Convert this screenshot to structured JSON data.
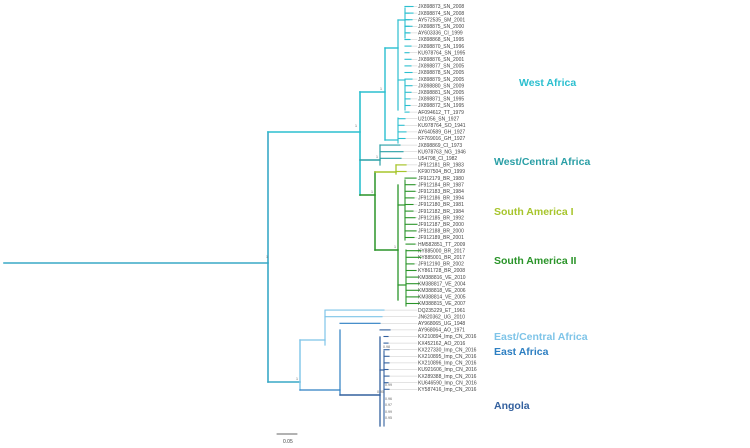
{
  "colors": {
    "root": "#39a8c6",
    "west_africa": "#2bbfcf",
    "west_central_africa": "#2a9fa6",
    "south_america_1": "#a7c52c",
    "south_america_2": "#2a9429",
    "east_central_africa": "#7ec4e8",
    "east_africa": "#2d7fc2",
    "angola": "#33609e",
    "leaf_line": "#c8c8c8"
  },
  "clades": [
    {
      "key": "west_africa",
      "label": "West Africa"
    },
    {
      "key": "west_central_africa",
      "label": "West/Central Africa"
    },
    {
      "key": "south_america_1",
      "label": "South America I"
    },
    {
      "key": "south_america_2",
      "label": "South America II"
    },
    {
      "key": "east_central_africa",
      "label": "East/Central Africa"
    },
    {
      "key": "east_africa",
      "label": "East Africa"
    },
    {
      "key": "angola",
      "label": "Angola"
    }
  ],
  "leaves": [
    "JX898873_SN_2008",
    "JX898874_SN_2008",
    "AY572535_SM_2001",
    "JX898875_SN_2000",
    "AY603336_CI_1999",
    "JX898868_SN_1995",
    "JX898870_SN_1996",
    "KU978764_SN_1995",
    "JX898876_SN_2001",
    "JX898877_SN_2005",
    "JX898878_SN_2005",
    "JX898879_SN_2005",
    "JX898880_SN_2009",
    "JX898881_SN_2005",
    "JX898871_SN_1995",
    "JX898872_SN_1995",
    "AF094612_TT_1979",
    "U21056_SN_1927",
    "KU978764_SO_1941",
    "AY640589_GH_1927",
    "KF769016_GH_1927",
    "JX898869_CI_1973",
    "KU978763_NG_1946",
    "U54798_CI_1982",
    "JF912181_BR_1983",
    "KF907504_BO_1999",
    "JF912179_BR_1980",
    "JF912184_BR_1987",
    "JF912183_BR_1984",
    "JF912186_BR_1994",
    "JF912180_BR_1981",
    "JF912182_BR_1984",
    "JF912185_BR_1992",
    "JF912187_BR_2000",
    "JF912188_BR_2000",
    "JF912189_BR_2001",
    "HM582851_TT_2009",
    "KY885000_BR_2017",
    "KY885001_BR_2017",
    "JF912190_BR_2002",
    "KY861728_BR_2008",
    "KM388816_VE_2010",
    "KM388817_VE_2004",
    "KM388818_VE_2006",
    "KM388814_VE_2005",
    "KM388815_VE_2007",
    "DQ235229_ET_1961",
    "JN620362_UG_2010",
    "AY968065_UG_1948",
    "AY968064_AO_1971",
    "KX210894_Imp_CN_2016",
    "KX452162_AO_2016",
    "KX227330_Imp_CN_2016",
    "KX210895_Imp_CN_2016",
    "KX210896_Imp_CN_2016",
    "KU921606_Imp_CN_2016",
    "KX289388_Imp_CN_2016",
    "KU646590_Imp_CN_2016",
    "KY587416_Imp_CN_2016"
  ],
  "supports": [
    {
      "label": "1",
      "node": "root"
    },
    {
      "label": "1",
      "node": "west_group"
    },
    {
      "label": "1",
      "node": "west_africa"
    },
    {
      "label": "1",
      "node": "west_central_africa"
    },
    {
      "label": "1",
      "node": "south_america"
    },
    {
      "label": "1",
      "node": "south_america_2"
    },
    {
      "label": "1",
      "node": "east_group"
    },
    {
      "label": "0.95",
      "node": "angola"
    },
    {
      "label": "0.98",
      "node": "sub_a"
    },
    {
      "label": "0.99",
      "node": "sub_b"
    },
    {
      "label": "0.96",
      "node": "sub_c"
    },
    {
      "label": "0.97",
      "node": "sub_d"
    },
    {
      "label": "0.99",
      "node": "sub_e"
    },
    {
      "label": "0.95",
      "node": "sub_f"
    }
  ],
  "scale": {
    "label": "0.05"
  }
}
